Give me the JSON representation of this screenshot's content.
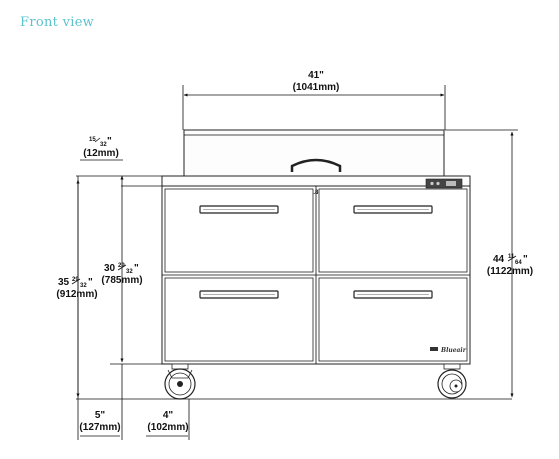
{
  "view_title": "Front view",
  "brand": "Blueair",
  "dims": {
    "width": {
      "in": "41\"",
      "mm": "(1041mm)"
    },
    "top_offset": {
      "num": "15",
      "den": "32",
      "mm": "(12mm)"
    },
    "height_total": {
      "whole": "35",
      "num": "29",
      "den": "32",
      "mm": "(912mm)"
    },
    "height_body": {
      "whole": "30",
      "num": "29",
      "den": "32",
      "mm": "(785mm)"
    },
    "height_overall": {
      "whole": "44",
      "num": "11",
      "den": "64",
      "mm": "(1122mm)"
    },
    "caster_height": {
      "in": "5\"",
      "mm": "(127mm)"
    },
    "caster_offset": {
      "in": "4\"",
      "mm": "(102mm)"
    }
  }
}
